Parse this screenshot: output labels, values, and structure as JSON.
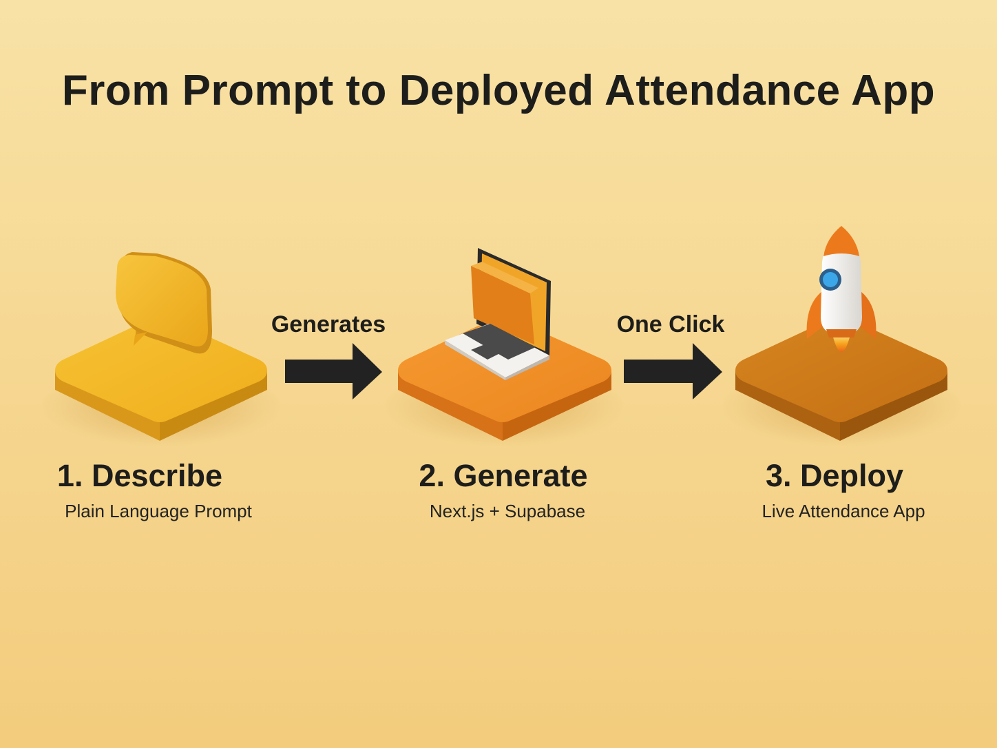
{
  "title": "From Prompt to Deployed Attendance App",
  "steps": [
    {
      "title": "1. Describe",
      "subtitle": "Plain Language Prompt",
      "icon": "speech-bubble-icon"
    },
    {
      "title": "2. Generate",
      "subtitle": "Next.js + Supabase",
      "icon": "laptop-icon"
    },
    {
      "title": "3. Deploy",
      "subtitle": "Live Attendance App",
      "icon": "rocket-icon"
    }
  ],
  "arrows": [
    {
      "label": "Generates"
    },
    {
      "label": "One Click"
    }
  ],
  "colors": {
    "step1": "#f0b21f",
    "step2": "#ee8a22",
    "step3": "#c97516",
    "arrow": "#222222"
  }
}
